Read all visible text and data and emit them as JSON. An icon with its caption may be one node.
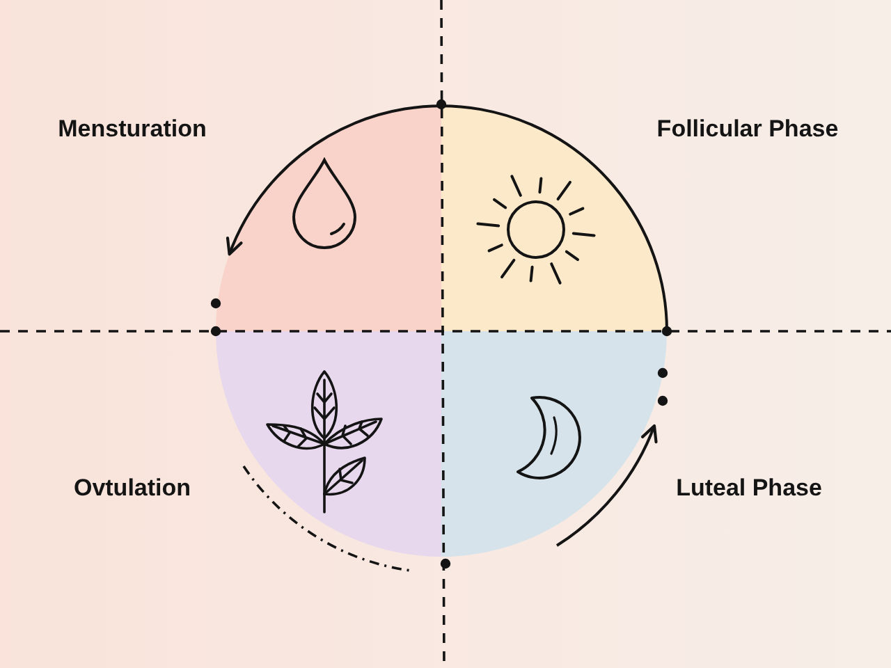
{
  "diagram": {
    "nodes": [
      {
        "text": [
          "Mensturation"
        ]
      },
      {
        "text": [
          "Follicular Phase"
        ]
      },
      {
        "text": [
          "Ovtulation"
        ]
      },
      {
        "text": [
          "Luteal Phase"
        ]
      }
    ],
    "edges": [
      {
        "from": 1,
        "to": 0,
        "arrow": "to"
      }
    ]
  }
}
